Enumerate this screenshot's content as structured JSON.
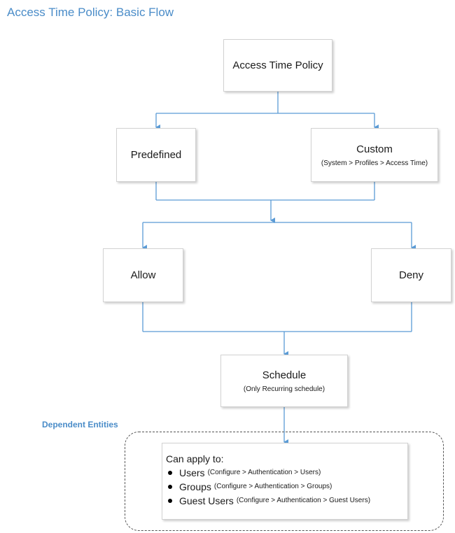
{
  "title": "Access Time Policy: Basic Flow",
  "nodes": {
    "policy": "Access Time Policy",
    "predefined": "Predefined",
    "custom": {
      "label": "Custom",
      "path": "(System > Profiles > Access Time)"
    },
    "allow": "Allow",
    "deny": "Deny",
    "schedule": {
      "label": "Schedule",
      "note": "(Only Recurring schedule)"
    }
  },
  "dependent_entities": {
    "label": "Dependent Entities",
    "heading": "Can apply to:",
    "items": [
      {
        "name": "Users",
        "path": "(Configure > Authentication > Users)"
      },
      {
        "name": "Groups",
        "path": "(Configure > Authentication > Groups)"
      },
      {
        "name": "Guest Users",
        "path": "(Configure > Authentication > Guest Users)"
      }
    ]
  },
  "colors": {
    "title": "#4a8cc8",
    "connector": "#5b9bd5",
    "box_border": "#d2d2d2",
    "dashed_border": "#555555"
  }
}
